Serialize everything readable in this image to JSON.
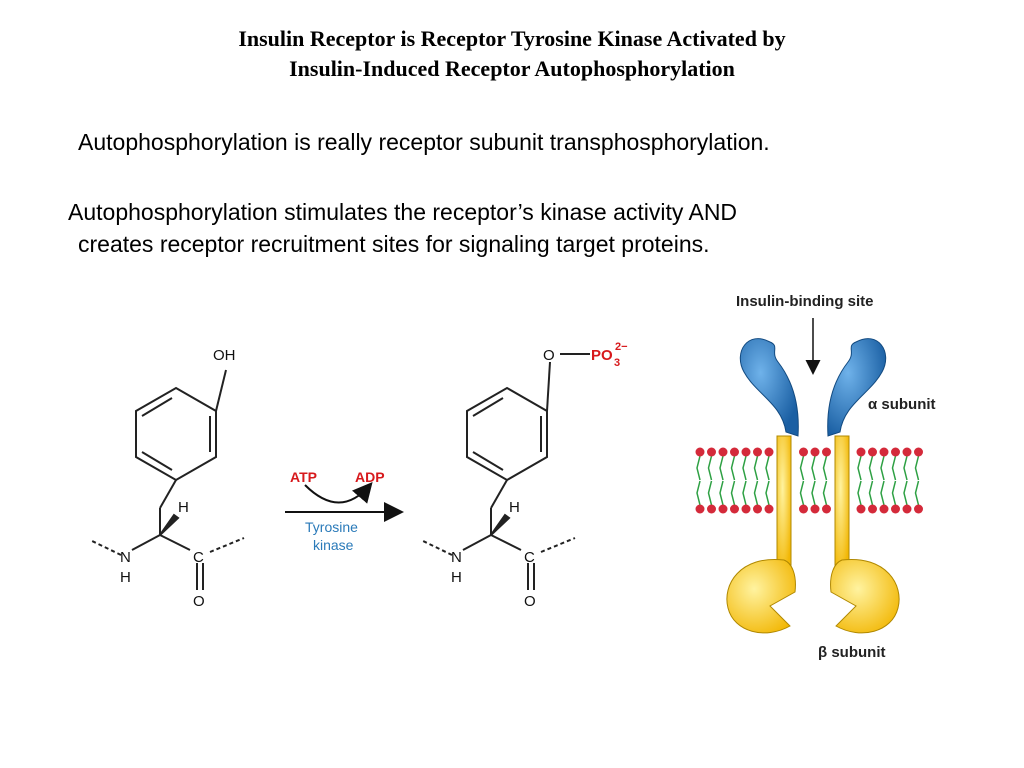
{
  "title": {
    "line1": "Insulin Receptor is Receptor Tyrosine Kinase Activated by",
    "line2": "Insulin-Induced Receptor Autophosphorylation"
  },
  "statements": {
    "s1": "Autophosphorylation is really receptor subunit transphosphorylation.",
    "s2_line1": "Autophosphorylation stimulates the receptor’s kinase activity AND",
    "s2_line2": "creates receptor recruitment sites for signaling target proteins."
  },
  "reaction": {
    "left_oh": "OH",
    "left_h": "H",
    "left_n": "N",
    "left_nh": "H",
    "left_c": "C",
    "left_o": "O",
    "atp": "ATP",
    "adp": "ADP",
    "enzyme_line1": "Tyrosine",
    "enzyme_line2": "kinase",
    "right_o": "O",
    "right_po": "PO",
    "right_sub": "3",
    "right_sup": "2−",
    "right_h": "H",
    "right_n": "N",
    "right_nh": "H",
    "right_c": "C",
    "right_o2": "O"
  },
  "receptor": {
    "binding_site": "Insulin-binding site",
    "alpha": "α subunit",
    "beta": "β subunit"
  },
  "colors": {
    "alpha_blue": "#1f6fb8",
    "beta_yellow": "#f5c518",
    "membrane_red": "#d42a3a",
    "membrane_green": "#2ea043",
    "atp_red": "#d7191c",
    "enzyme_blue": "#2a7ab9"
  }
}
